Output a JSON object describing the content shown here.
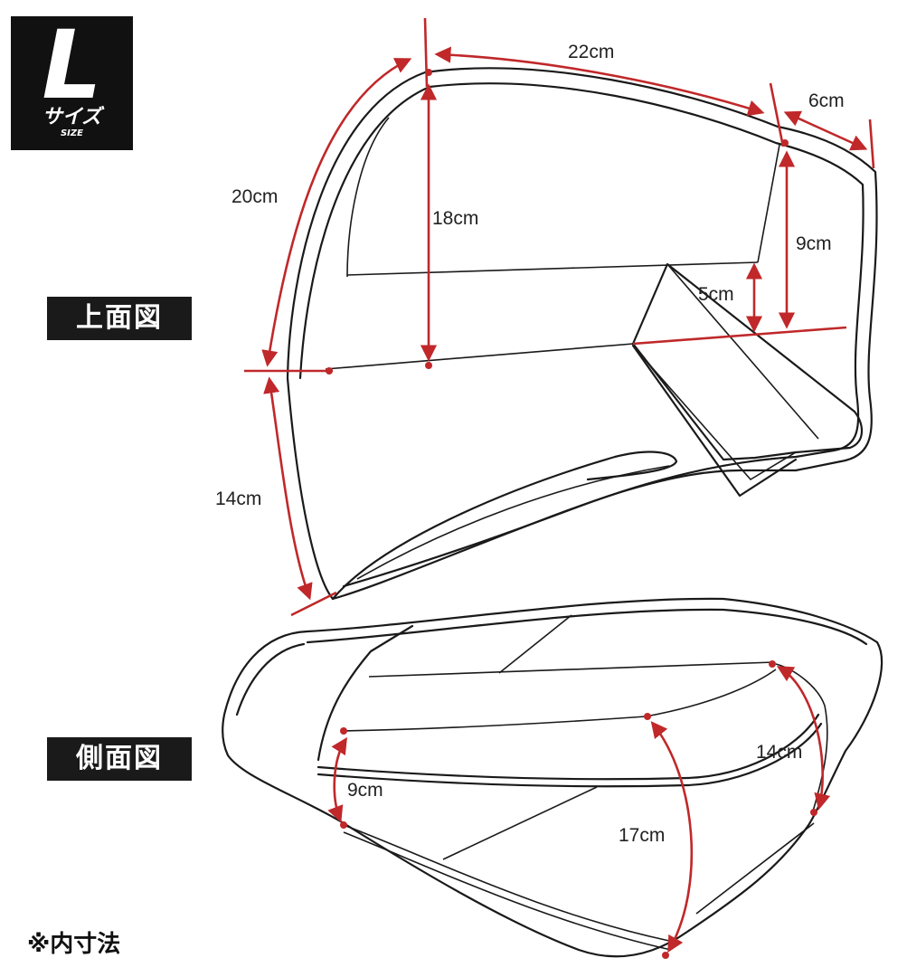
{
  "badge": {
    "letter": "L",
    "ja": "サイズ",
    "en": "SIZE"
  },
  "views": {
    "top": "上面図",
    "side": "側面図"
  },
  "dimensions": {
    "top_width": "22cm",
    "top_front": "6cm",
    "top_left_arc": "20cm",
    "top_height": "18cm",
    "top_right": "9cm",
    "top_step": "5cm",
    "top_lower_arc": "14cm",
    "side_right": "14cm",
    "side_left": "9cm",
    "side_middle": "17cm"
  },
  "note": "※内寸法",
  "colors": {
    "dimension_red": "#c0282a",
    "outline": "#1a1a1a",
    "label_bg": "#1a1a1a"
  }
}
